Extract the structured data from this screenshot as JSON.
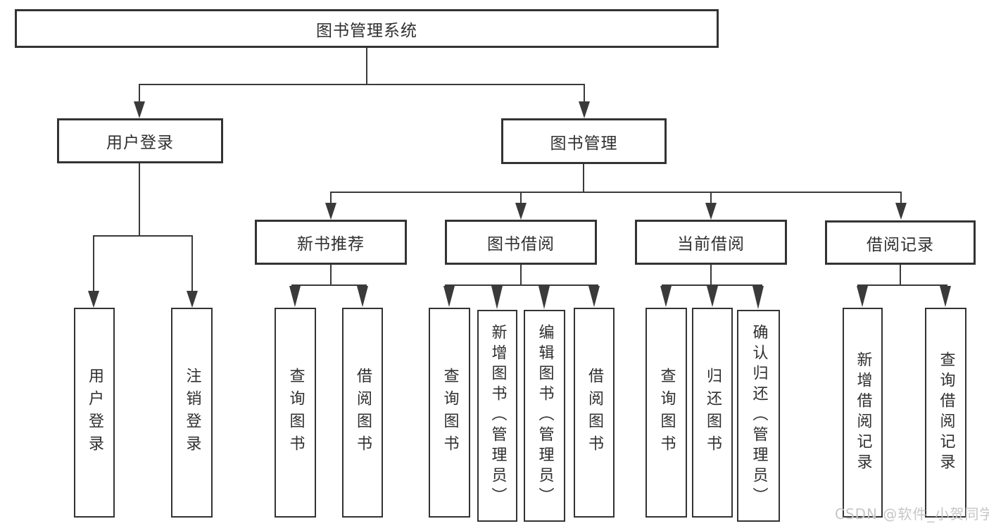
{
  "root": {
    "label": "图书管理系统"
  },
  "level2": {
    "user_login": "用户登录",
    "book_mgmt": "图书管理"
  },
  "level3": {
    "new_books": "新书推荐",
    "book_borrow": "图书借阅",
    "current_borrow": "当前借阅",
    "borrow_records": "借阅记录"
  },
  "leaves": {
    "user_login_1": "用户登录",
    "user_login_2": "注销登录",
    "new_books_1": "查询图书",
    "new_books_2": "借阅图书",
    "book_borrow_1": "查询图书",
    "book_borrow_2": "新增图书（管理员）",
    "book_borrow_3": "编辑图书（管理员）",
    "book_borrow_4": "借阅图书",
    "current_borrow_1": "查询图书",
    "current_borrow_2": "归还图书",
    "current_borrow_3": "确认归还（管理员）",
    "borrow_records_1": "新增借阅记录",
    "borrow_records_2": "查询借阅记录"
  },
  "watermark": "CSDN @软件_小贺同学",
  "colors": {
    "border": "#333333",
    "line": "#3a3a3a",
    "text": "#2f2f2f",
    "watermark": "#c6c6c6"
  }
}
